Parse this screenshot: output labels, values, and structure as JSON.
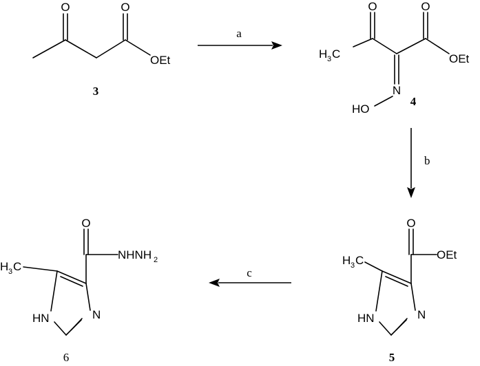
{
  "compounds": {
    "c3": {
      "number": "3",
      "labels": {
        "o1": "O",
        "o2": "O",
        "oet": "OEt"
      }
    },
    "c4": {
      "number": "4",
      "labels": {
        "o1": "O",
        "o2": "O",
        "oet": "OEt",
        "h3c_h": "H",
        "h3c_3": "3",
        "h3c_c": "C",
        "n": "N",
        "ho": "HO"
      }
    },
    "c5": {
      "number": "5",
      "labels": {
        "o": "O",
        "oet": "OEt",
        "h3c_h": "H",
        "h3c_3": "3",
        "h3c_c": "C",
        "n": "N",
        "nh": "HN"
      }
    },
    "c6": {
      "number": "6",
      "labels": {
        "o": "O",
        "nhnh": "NHNH",
        "nh2_2": "2",
        "h3c_h": "H",
        "h3c_3": "3",
        "h3c_c": "C",
        "n": "N",
        "nh": "HN"
      }
    }
  },
  "arrows": {
    "a": "a",
    "b": "b",
    "c": "c"
  }
}
